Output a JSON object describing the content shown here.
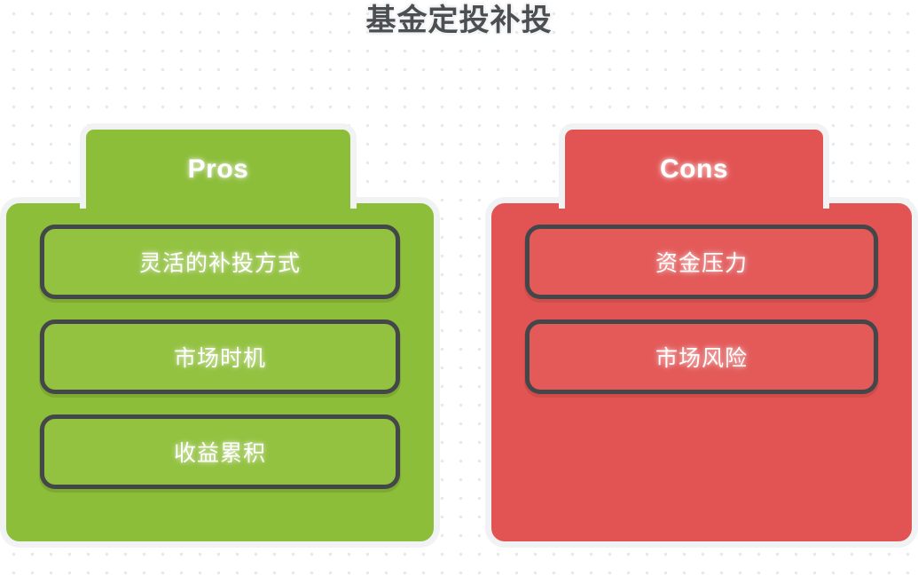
{
  "page": {
    "title": "基金定投补投",
    "background_color": "#ffffff",
    "dot_color": "#e7e8ea"
  },
  "columns": [
    {
      "id": "pros",
      "header_label": "Pros",
      "accent_color": "#8cbe3a",
      "item_color": "#92c23f",
      "items": [
        {
          "label": "灵活的补投方式"
        },
        {
          "label": "市场时机"
        },
        {
          "label": "收益累积"
        }
      ]
    },
    {
      "id": "cons",
      "header_label": "Cons",
      "accent_color": "#e25453",
      "item_color": "#e35a59",
      "items": [
        {
          "label": "资金压力"
        },
        {
          "label": "市场风险"
        }
      ]
    }
  ]
}
